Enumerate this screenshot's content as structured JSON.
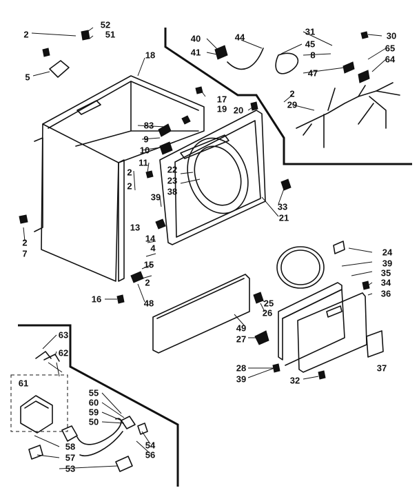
{
  "diagram": {
    "callouts": [
      "52",
      "51",
      "2",
      "5",
      "18",
      "40",
      "41",
      "44",
      "31",
      "45",
      "8",
      "47",
      "30",
      "65",
      "64",
      "17",
      "19",
      "20",
      "2",
      "29",
      "83",
      "9",
      "10",
      "2",
      "11",
      "22",
      "23",
      "38",
      "2",
      "39",
      "13",
      "4",
      "14",
      "15",
      "2",
      "2",
      "7",
      "33",
      "21",
      "16",
      "48",
      "24",
      "39",
      "35",
      "34",
      "36",
      "25",
      "26",
      "49",
      "27",
      "28",
      "39",
      "32",
      "37",
      "63",
      "62",
      "61",
      "55",
      "60",
      "59",
      "50",
      "54",
      "56",
      "58",
      "57",
      "53"
    ]
  }
}
